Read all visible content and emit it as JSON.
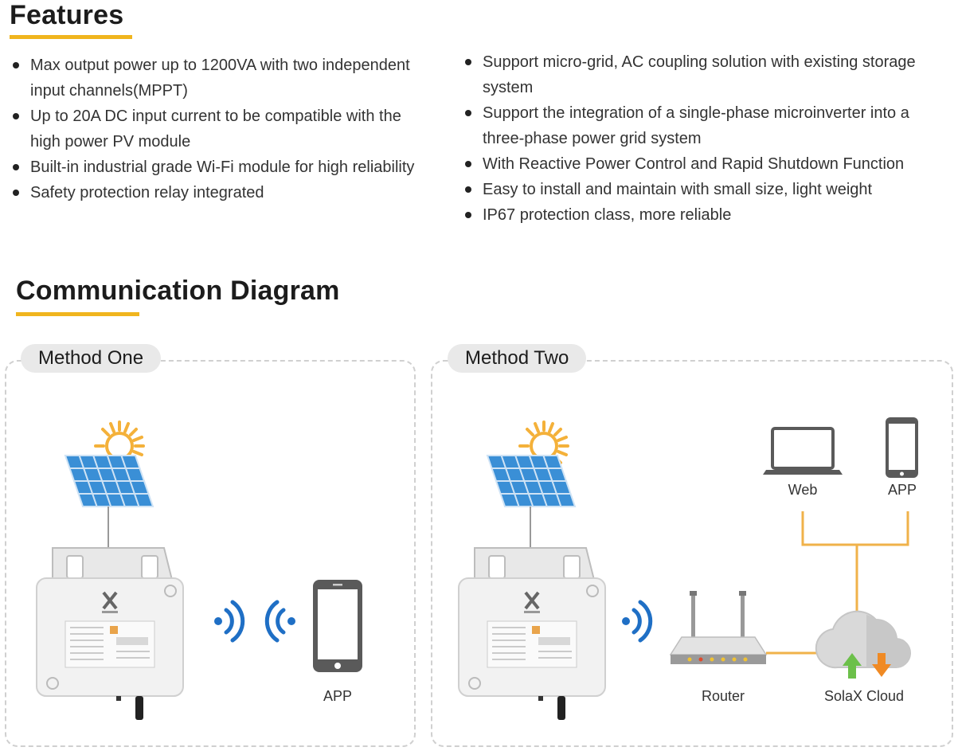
{
  "features": {
    "title": "Features",
    "left": [
      "Max output power up to 1200VA with two independent input channels(MPPT)",
      "Up to 20A DC input current to be compatible with the high power PV module",
      "Built-in industrial grade Wi-Fi module for high reliability",
      "Safety protection relay integrated"
    ],
    "right": [
      "Support micro-grid, AC coupling solution with existing storage system",
      "Support the integration of a single-phase microinverter into a three-phase power grid system",
      "With Reactive Power Control and Rapid Shutdown Function",
      "Easy to install and maintain with small size, light weight",
      "IP67 protection class, more reliable"
    ]
  },
  "communication": {
    "title": "Communication Diagram",
    "method_one": {
      "label": "Method One",
      "app_label": "APP"
    },
    "method_two": {
      "label": "Method Two",
      "router_label": "Router",
      "cloud_label": "SolaX Cloud",
      "web_label": "Web",
      "app_label": "APP"
    }
  },
  "colors": {
    "accent": "#f0b51e",
    "wifi": "#1f6fc5",
    "panel": "#3a8fd6",
    "sun": "#f4b13a",
    "arrow_up": "#6cc04a",
    "arrow_down": "#f08a24"
  }
}
